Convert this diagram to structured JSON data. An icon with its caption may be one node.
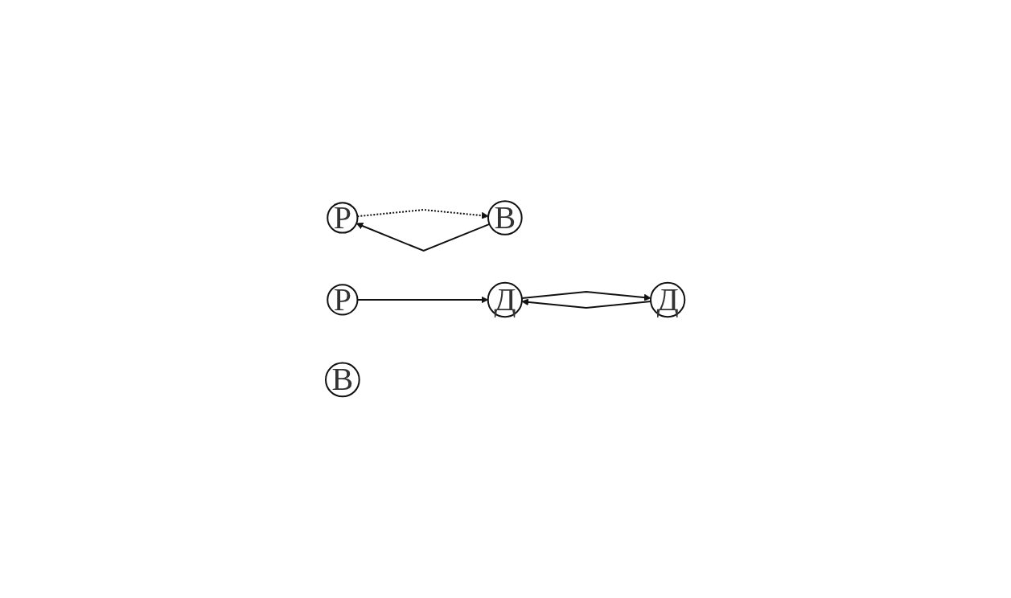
{
  "diagram": {
    "nodes": [
      {
        "text": [
          "Р"
        ]
      },
      {
        "text": [
          "Р"
        ]
      },
      {
        "text": [
          "В"
        ]
      },
      {
        "text": [
          "В"
        ]
      },
      {
        "text": [
          "Д"
        ]
      },
      {
        "text": [
          "Д"
        ]
      }
    ],
    "edges": [
      {
        "from": 0,
        "to": 3,
        "arrow": "to",
        "style": "dashed"
      },
      {
        "from": 3,
        "to": 0,
        "arrow": "to"
      },
      {
        "from": 1,
        "to": 4,
        "arrow": "to"
      },
      {
        "from": 4,
        "to": 5,
        "arrow": "to"
      },
      {
        "from": 5,
        "to": 4,
        "arrow": "to"
      }
    ]
  }
}
